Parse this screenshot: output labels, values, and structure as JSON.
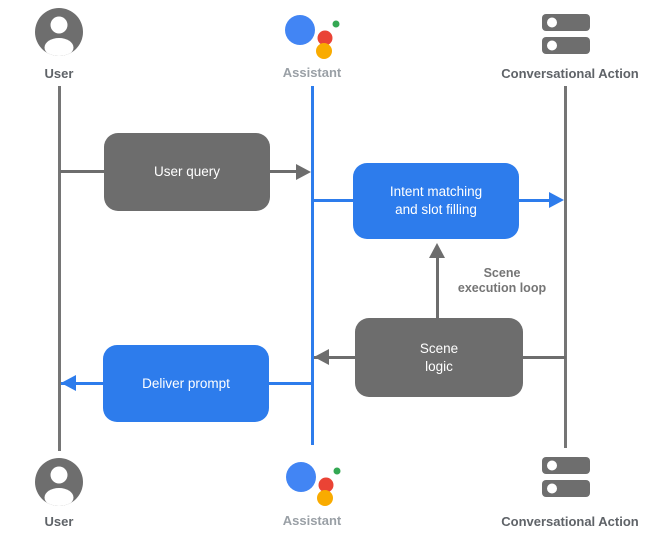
{
  "actors": {
    "user": {
      "label": "User"
    },
    "assistant": {
      "label": "Assistant"
    },
    "conversational_action": {
      "label": "Conversational Action"
    }
  },
  "flow_boxes": {
    "user_query": {
      "label": "User query"
    },
    "intent_matching": {
      "line1": "Intent matching",
      "line2": "and slot filling"
    },
    "scene_logic": {
      "line1": "Scene",
      "line2": "logic"
    },
    "deliver_prompt": {
      "label": "Deliver prompt"
    }
  },
  "annotations": {
    "scene_execution_loop": {
      "line1": "Scene",
      "line2": "execution loop"
    }
  },
  "icons": {
    "user": "user-avatar-icon",
    "assistant": "google-assistant-icon",
    "conversational_action": "server-stack-icon"
  },
  "colors": {
    "background": "#ffffff",
    "gray_box": "#6d6d6d",
    "lifeline_gray": "#757575",
    "blue": "#2d7cec",
    "label_dark": "#5f6368",
    "label_muted": "#9aa0a6",
    "assistant_blue": "#4285f4",
    "assistant_red": "#ea4335",
    "assistant_green": "#34a853",
    "assistant_yellow": "#f9ab00",
    "icon_gray": "#6e6e6e",
    "box_text": "#ffffff"
  }
}
